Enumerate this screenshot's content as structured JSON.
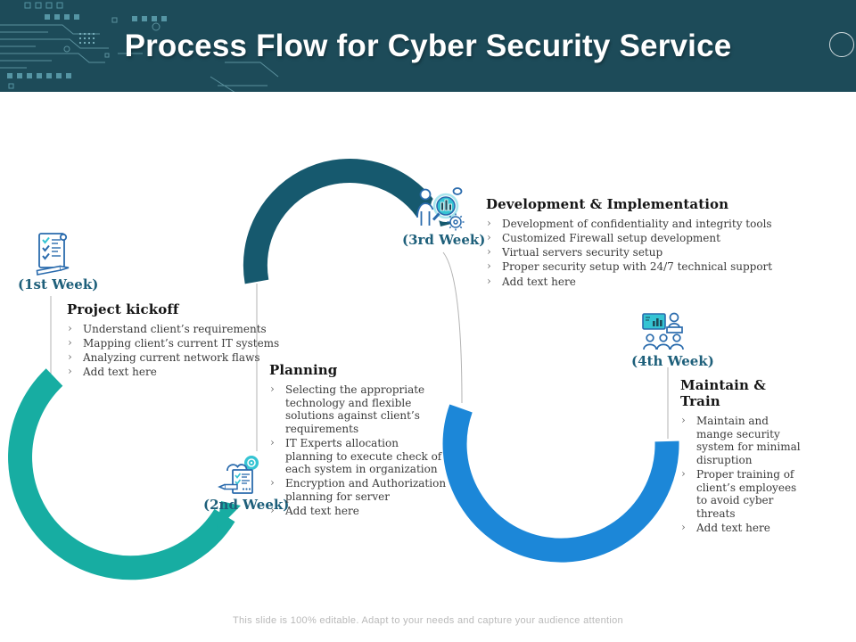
{
  "header": {
    "title": "Process Flow for Cyber Security Service"
  },
  "footer": {
    "note": "This slide is 100% editable. Adapt to your needs and capture your audience attention"
  },
  "colors": {
    "header_bg": "#1d4b59",
    "arc_teal": "#17ada2",
    "arc_dark_teal": "#16596e",
    "arc_blue": "#1c87d8",
    "week_label": "#1d5f7a",
    "icon_stroke": "#2a6bad",
    "icon_accent": "#35c4d3",
    "body_text": "#3a3a3a",
    "footer_text": "#b9b9b9"
  },
  "weeks": [
    {
      "label": "(1st Week)",
      "title": "Project kickoff",
      "icon": "checklist-scroll-icon",
      "bullets": [
        "Understand client’s requirements",
        "Mapping client’s current IT systems",
        "Analyzing current network flaws",
        "Add text here"
      ]
    },
    {
      "label": "(2nd Week)",
      "title": "Planning",
      "icon": "cloud-planning-icon",
      "bullets": [
        "Selecting the appropriate technology  and flexible solutions against client’s requirements",
        "IT Experts allocation  planning to execute check of each system in organization",
        "Encryption and Authorization planning for server",
        "Add text here"
      ]
    },
    {
      "label": "(3rd Week)",
      "title": "Development & Implementation",
      "icon": "analyst-magnifier-gears-icon",
      "bullets": [
        "Development of confidentiality and integrity tools",
        "Customized Firewall setup development",
        "Virtual servers security setup",
        "Proper security setup with 24/7 technical support",
        "Add text here"
      ]
    },
    {
      "label": "(4th Week)",
      "title": "Maintain & Train",
      "icon": "training-presentation-icon",
      "bullets": [
        "Maintain and mange security system for minimal disruption",
        "Proper training of client’s employees to avoid cyber threats",
        "Add text here"
      ]
    }
  ]
}
